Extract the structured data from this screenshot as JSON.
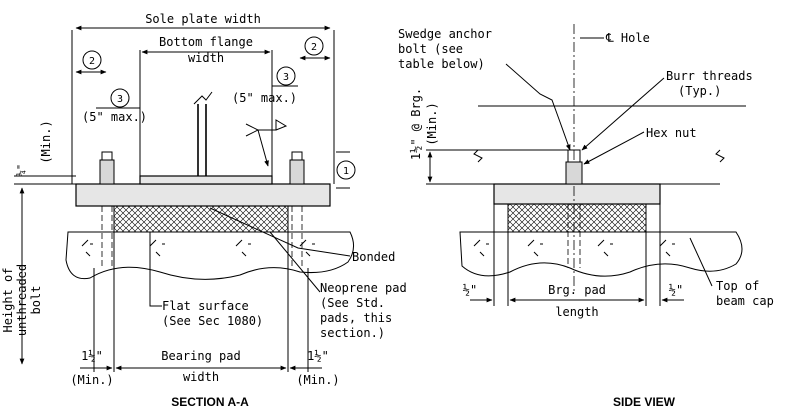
{
  "section_view": {
    "sole_plate_width": "Sole plate width",
    "bottom_flange_line1": "Bottom flange",
    "bottom_flange_line2": "width",
    "callout_2": "2",
    "callout_3": "3",
    "callout_1": "1",
    "five_max": "(5\" max.)",
    "quarter": "¼\"",
    "min_label": "(Min.)",
    "bonded": "Bonded",
    "neoprene_line1": "Neoprene pad",
    "neoprene_line2": "(See Std.",
    "neoprene_line3": "pads, this",
    "neoprene_line4": "section.)",
    "flat_line1": "Flat surface",
    "flat_line2": "(See Sec 1080)",
    "height_line1": "Height of",
    "height_line2": "unthreaded",
    "height_line3": "bolt",
    "one_half": "1½\"",
    "min_left": "(Min.)",
    "min_right": "(Min.)",
    "bearing_line1": "Bearing pad",
    "bearing_line2": "width",
    "title": "SECTION A-A"
  },
  "side_view": {
    "swedge_line1": "Swedge anchor",
    "swedge_line2": "bolt (see",
    "swedge_line3": "table below)",
    "cl_hole": "℄ Hole",
    "burr_line1": "Burr threads",
    "burr_line2": "(Typ.)",
    "hex_nut": "Hex nut",
    "brg_line1": "1½\" @ Brg.",
    "brg_line2": "(Min.)",
    "half_left": "½\"",
    "half_right": "½\"",
    "brg_pad_line1": "Brg. pad",
    "brg_pad_line2": "length",
    "top_line1": "Top of",
    "top_line2": "beam cap",
    "title": "SIDE VIEW"
  },
  "colors": {
    "ink": "#000000",
    "background": "#ffffff",
    "steel": "#e6e6e6"
  }
}
